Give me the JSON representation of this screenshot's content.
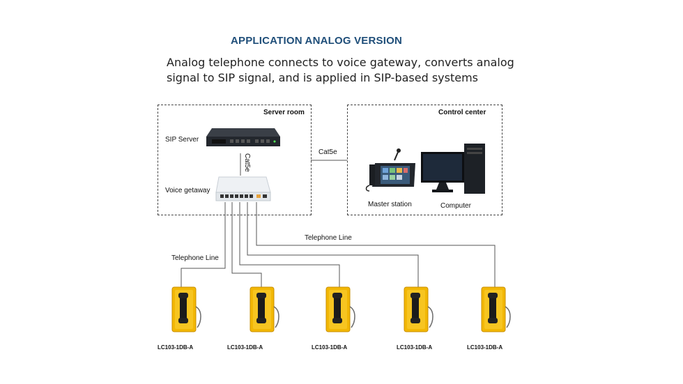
{
  "title": "APPLICATION ANALOG VERSION",
  "subtitle": "Analog telephone connects to voice gateway, converts analog signal to SIP signal, and is applied in SIP-based systems",
  "server_room": {
    "label": "Server room",
    "sip_server": "SIP Server",
    "cable": "Cat5e",
    "voice_gateway": "Voice getaway"
  },
  "link_cable": "Cat5e",
  "control_center": {
    "label": "Control center",
    "master_station": "Master station",
    "computer": "Computer"
  },
  "telephone_line_labels": [
    "Telephone Line",
    "Telephone Line"
  ],
  "phones": [
    {
      "model": "LC103-1DB-A"
    },
    {
      "model": "LC103-1DB-A"
    },
    {
      "model": "LC103-1DB-A"
    },
    {
      "model": "LC103-1DB-A"
    },
    {
      "model": "LC103-1DB-A"
    }
  ],
  "colors": {
    "title": "#1f4e79",
    "phone_body": "#f2b705",
    "device_dark": "#2b2f36",
    "gateway": "#f2f4f6"
  }
}
